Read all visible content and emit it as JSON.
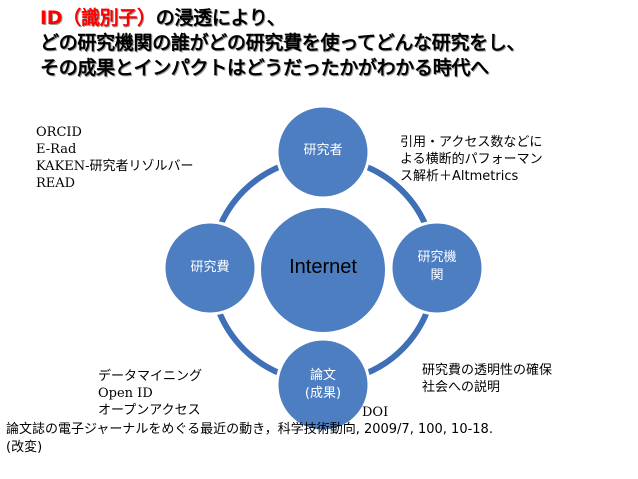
{
  "title": {
    "line1_red": "ID（識別子）",
    "line1_rest": "の浸透により、",
    "line2": "どの研究機関の誰がどの研究費を使ってどんな研究をし、",
    "line3": "その成果とインパクトはどうだったかがわかる時代へ"
  },
  "diagram": {
    "center": "Internet",
    "nodes": {
      "top": "研究者",
      "right_line1": "研究機",
      "right_line2": "関",
      "bottom_line1": "論文",
      "bottom_line2": "(成果)",
      "left": "研究費"
    }
  },
  "notes": {
    "researcher_ids": [
      "ORCID",
      "E-Rad",
      "KAKEN-研究者リゾルバー",
      "READ"
    ],
    "institution_metrics": [
      "引用・アクセス数などに",
      "よる横断的パフォーマン",
      "ス解析＋Altmetrics"
    ],
    "funding_transparency": [
      "研究費の透明性の確保",
      "社会への説明"
    ],
    "data_access": [
      "データマイニング",
      "Open ID",
      "オープンアクセス"
    ],
    "doi": "DOI"
  },
  "footer": {
    "line1": "論文誌の電子ジャーナルをめぐる最近の動き，科学技術動向, 2009/7, 100, 10-18.",
    "line2": "(改変)"
  },
  "colors": {
    "ring": "#3f6fb6",
    "node_fill": "#4d7ec2",
    "node_stroke": "#ffffff",
    "center_fill": "#4d7ec2",
    "title_red": "#ff0000"
  }
}
